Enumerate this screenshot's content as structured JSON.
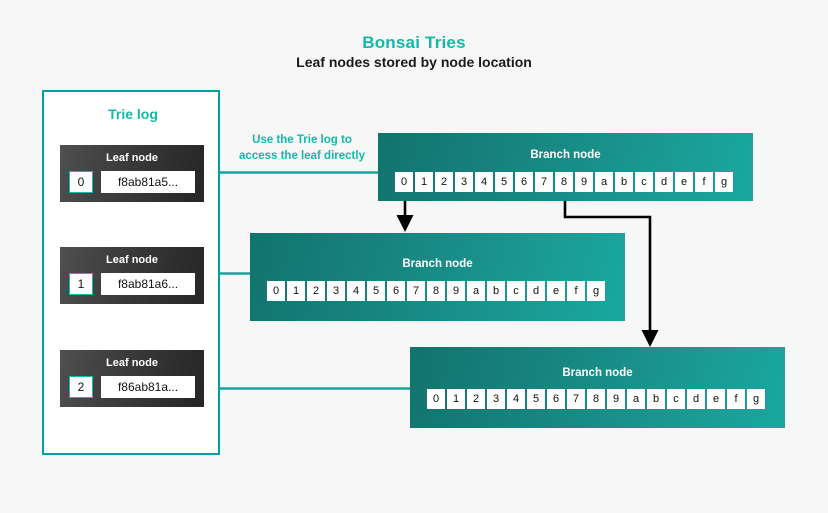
{
  "header": {
    "title": "Bonsai Tries",
    "subtitle": "Leaf nodes stored by node location"
  },
  "colors": {
    "accent_teal": "#14b8ab",
    "panel_border": "#00a0a6",
    "branch_teal_dark": "#12736e",
    "branch_teal_light": "#18a8a0",
    "leaf_dark": "#262626",
    "leaf_light": "#4f4f4f",
    "arrow_black": "#000000",
    "background": "#f7f7f7"
  },
  "trie_log": {
    "title": "Trie log",
    "leaf_nodes": [
      {
        "title": "Leaf node",
        "index": "0",
        "hash": "f8ab81a5..."
      },
      {
        "title": "Leaf node",
        "index": "1",
        "hash": "f8ab81a6..."
      },
      {
        "title": "Leaf node",
        "index": "2",
        "hash": "f86ab81a..."
      }
    ]
  },
  "annotation": {
    "line1": "Use the Trie log to",
    "line2": "access the leaf directly"
  },
  "branch_nodes": [
    {
      "title": "Branch node",
      "cells": [
        "0",
        "1",
        "2",
        "3",
        "4",
        "5",
        "6",
        "7",
        "8",
        "9",
        "a",
        "b",
        "c",
        "d",
        "e",
        "f",
        "g"
      ]
    },
    {
      "title": "Branch node",
      "cells": [
        "0",
        "1",
        "2",
        "3",
        "4",
        "5",
        "6",
        "7",
        "8",
        "9",
        "a",
        "b",
        "c",
        "d",
        "e",
        "f",
        "g"
      ]
    },
    {
      "title": "Branch node",
      "cells": [
        "0",
        "1",
        "2",
        "3",
        "4",
        "5",
        "6",
        "7",
        "8",
        "9",
        "a",
        "b",
        "c",
        "d",
        "e",
        "f",
        "g"
      ]
    }
  ],
  "connectors": [
    {
      "name": "branch1-cell0-to-branch2",
      "style": "black-vertical-arrow"
    },
    {
      "name": "branch1-cell8-to-branch3",
      "style": "black-elbow-arrow"
    },
    {
      "name": "branch1-to-leaf0",
      "style": "teal-arrow-left"
    },
    {
      "name": "branch2-to-leaf1",
      "style": "teal-arrow-left"
    },
    {
      "name": "branch3-to-leaf2",
      "style": "teal-arrow-left"
    }
  ]
}
